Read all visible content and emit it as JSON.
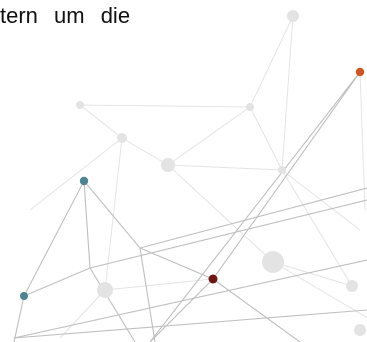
{
  "slide": {
    "text_fragment": "tern   um   die"
  },
  "network": {
    "line_color": "#bfbfbf",
    "faint_line_color": "#e4e4e4",
    "faint_node_color": "#e3e3e3",
    "accent_nodes": [
      {
        "name": "orange-node",
        "color": "#d2551f"
      },
      {
        "name": "teal-node-upper",
        "color": "#4d8494"
      },
      {
        "name": "teal-node-lower",
        "color": "#4d8494"
      },
      {
        "name": "dark-red-node",
        "color": "#6e1515"
      }
    ]
  }
}
